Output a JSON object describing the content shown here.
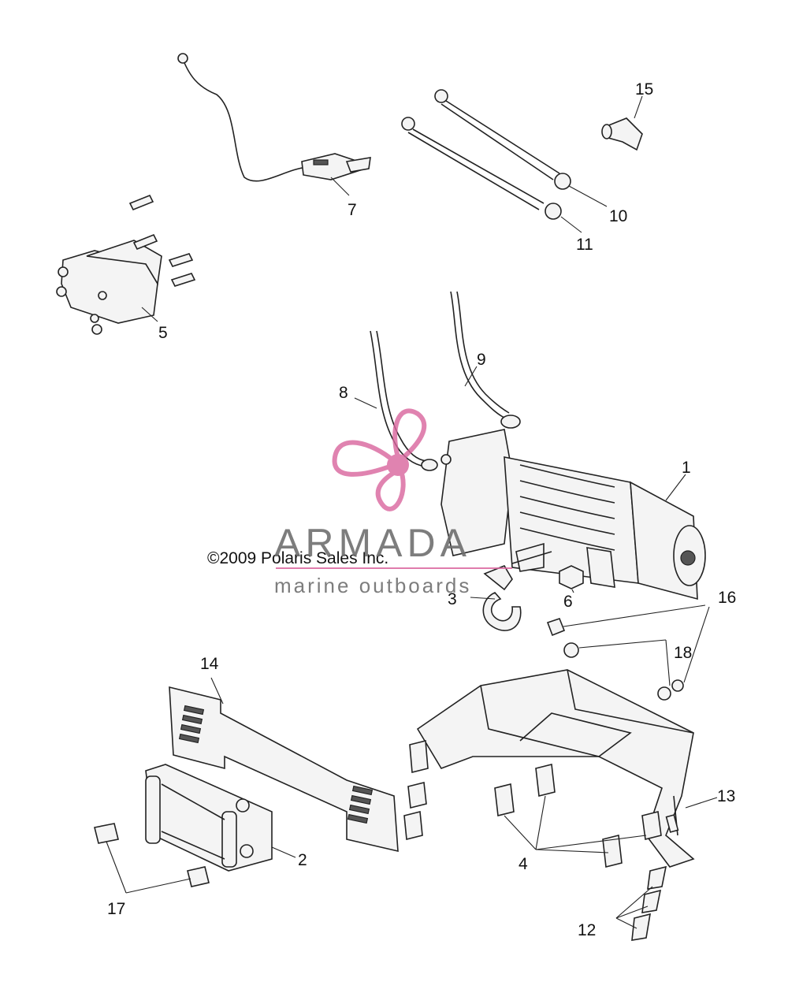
{
  "labels": {
    "p1": "1",
    "p2": "2",
    "p3": "3",
    "p4": "4",
    "p5": "5",
    "p6": "6",
    "p7": "7",
    "p8": "8",
    "p9": "9",
    "p10": "10",
    "p11": "11",
    "p12": "12",
    "p13": "13",
    "p14": "14",
    "p15": "15",
    "p16": "16",
    "p17": "17",
    "p18": "18"
  },
  "copyright": "©2009 Polaris Sales Inc.",
  "watermark": {
    "title": "ARMADA",
    "subtitle": "marine outboards"
  },
  "colors": {
    "line": "#222222",
    "watermark_pink": "#d9659d",
    "watermark_gray": "#6f6f6f"
  }
}
